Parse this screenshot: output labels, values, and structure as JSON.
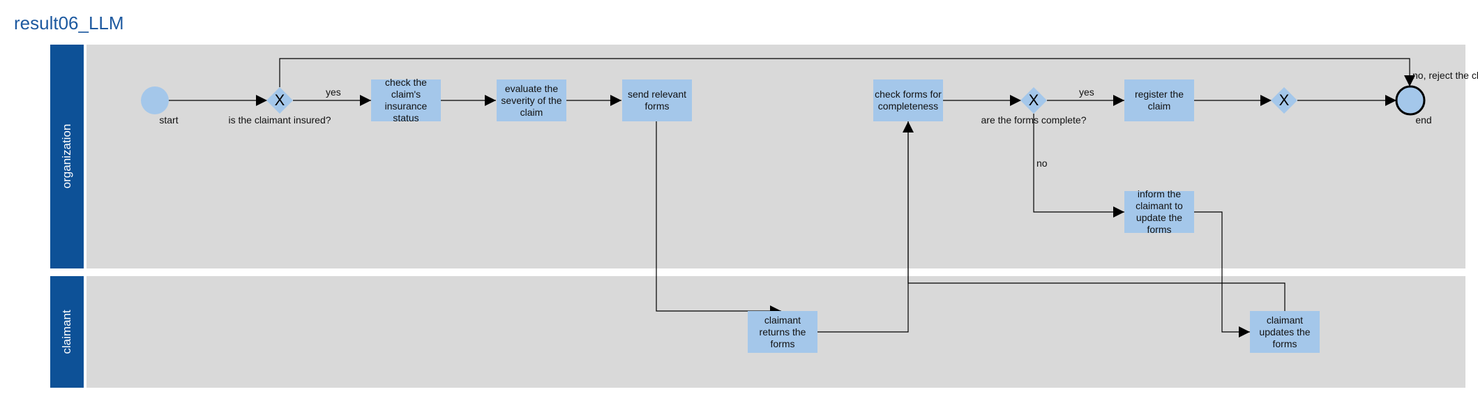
{
  "title": "result06_LLM",
  "lanes": {
    "organization": "organization",
    "claimant": "claimant"
  },
  "events": {
    "start": "start",
    "end": "end"
  },
  "gateways": {
    "g1_symbol": "X",
    "g1_label": "is the claimant insured?",
    "g2_symbol": "X",
    "g2_label": "are the forms complete?",
    "g3_symbol": "X"
  },
  "tasks": {
    "t1": "check the claim's insurance status",
    "t2": "evaluate the severity of the claim",
    "t3": "send relevant forms",
    "t4": "check forms for completeness",
    "t5": "register the claim",
    "t6": "inform the claimant to update the forms",
    "t7": "claimant returns the forms",
    "t8": "claimant updates the forms"
  },
  "flow_labels": {
    "yes1": "yes",
    "yes2": "yes",
    "no1": "no",
    "no_reject": "no, reject the claim"
  },
  "colors": {
    "lane_header": "#0d5197",
    "lane_body": "#d9d9d9",
    "task_fill": "#a4c7ea",
    "title": "#1e5aa0"
  }
}
